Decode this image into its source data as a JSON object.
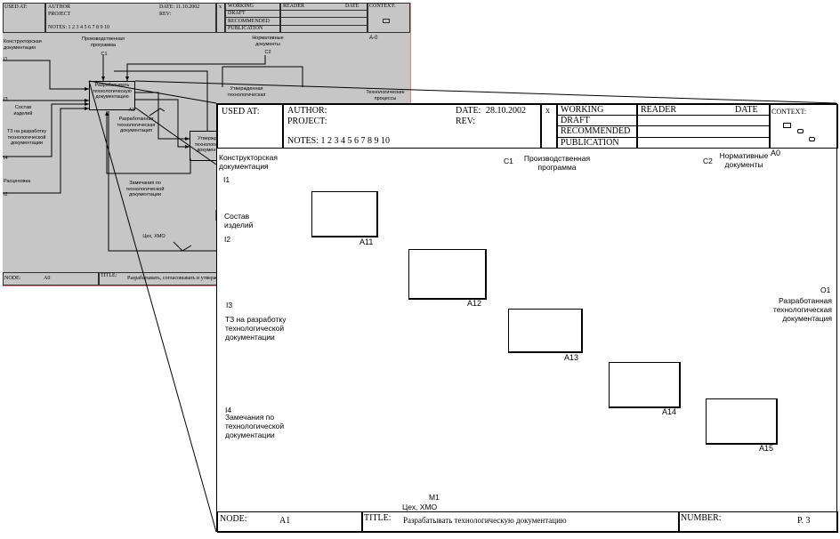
{
  "background": {
    "header": {
      "used_at": "USED AT:",
      "author": "AUTHOR",
      "project": "PROJECT",
      "date": "DATE:  11.10.2002",
      "rev": "REV:",
      "notes": "NOTES: 1 2 3 4 5 6 7 8 9 10",
      "x_mark": "x",
      "working": "WORKING",
      "draft": "DRAFT",
      "recommended": "RECOMMENDED",
      "publication": "PUBLICATION",
      "reader": "READER",
      "reader_date": "DATE",
      "context": "CONTEXT:"
    },
    "node_id": "A-0",
    "labels": {
      "konstr": "Конструкторская документация",
      "prod_prog": "Производственная программа",
      "c1": "C1",
      "norm_docs": "Нормативные документы",
      "c2": "C2",
      "i1": "I1",
      "i3": "I3",
      "sostav": "Состав изделий",
      "tz": "ТЗ на разработку технологической документации",
      "i4": "I4",
      "rascenovka": "Расценовка",
      "i2": "I2",
      "approved_tech": "Утвержденная технологическая",
      "tech_proc": "Технологические процессы",
      "box1": "Разрабатывать технологическую документацию",
      "a1": "A1",
      "developed": "Разработанная технологическая документация",
      "box2": "Утвержд технологич документ",
      "remarks": "Замечания по технологической документации",
      "ceh": "Цех, ХМО"
    },
    "footer": {
      "node": "NODE:",
      "node_val": "A0",
      "title": "TITLE:",
      "title_val": "Разрабатывать, согласовывать и утверж"
    }
  },
  "foreground": {
    "header": {
      "used_at": "USED AT:",
      "author": "AUTHOR:",
      "project": "PROJECT:",
      "date_label": "DATE:",
      "date_val": "28.10.2002",
      "rev": "REV:",
      "notes": "NOTES:  1  2  3  4  5  6  7  8  9  10",
      "x_mark": "x",
      "working": "WORKING",
      "draft": "DRAFT",
      "recommended": "RECOMMENDED",
      "publication": "PUBLICATION",
      "reader": "READER",
      "reader_date": "DATE",
      "context": "CONTEXT:"
    },
    "node_id": "A0",
    "labels": {
      "konstr": "Конструкторская документация",
      "i1": "I1",
      "c1": "C1",
      "prod_prog": "Производственная программа",
      "c2": "C2",
      "norm_docs": "Нормативные документы",
      "sostav": "Состав изделий",
      "i2": "I2",
      "i3": "I3",
      "tz": "ТЗ на разработку технологической документации",
      "i4": "I4",
      "remarks": "Замечания по технологической документации",
      "o1": "O1",
      "developed": "Разработанная технологическая документация",
      "m1": "M1",
      "ceh": "Цех, ХМО"
    },
    "boxes": [
      "A11",
      "A12",
      "A13",
      "A14",
      "A15"
    ],
    "footer": {
      "node": "NODE:",
      "node_val": "A1",
      "title": "TITLE:",
      "title_val": "Разрабатывать технологическую документацию",
      "number": "NUMBER:",
      "number_val": "P. 3"
    }
  }
}
